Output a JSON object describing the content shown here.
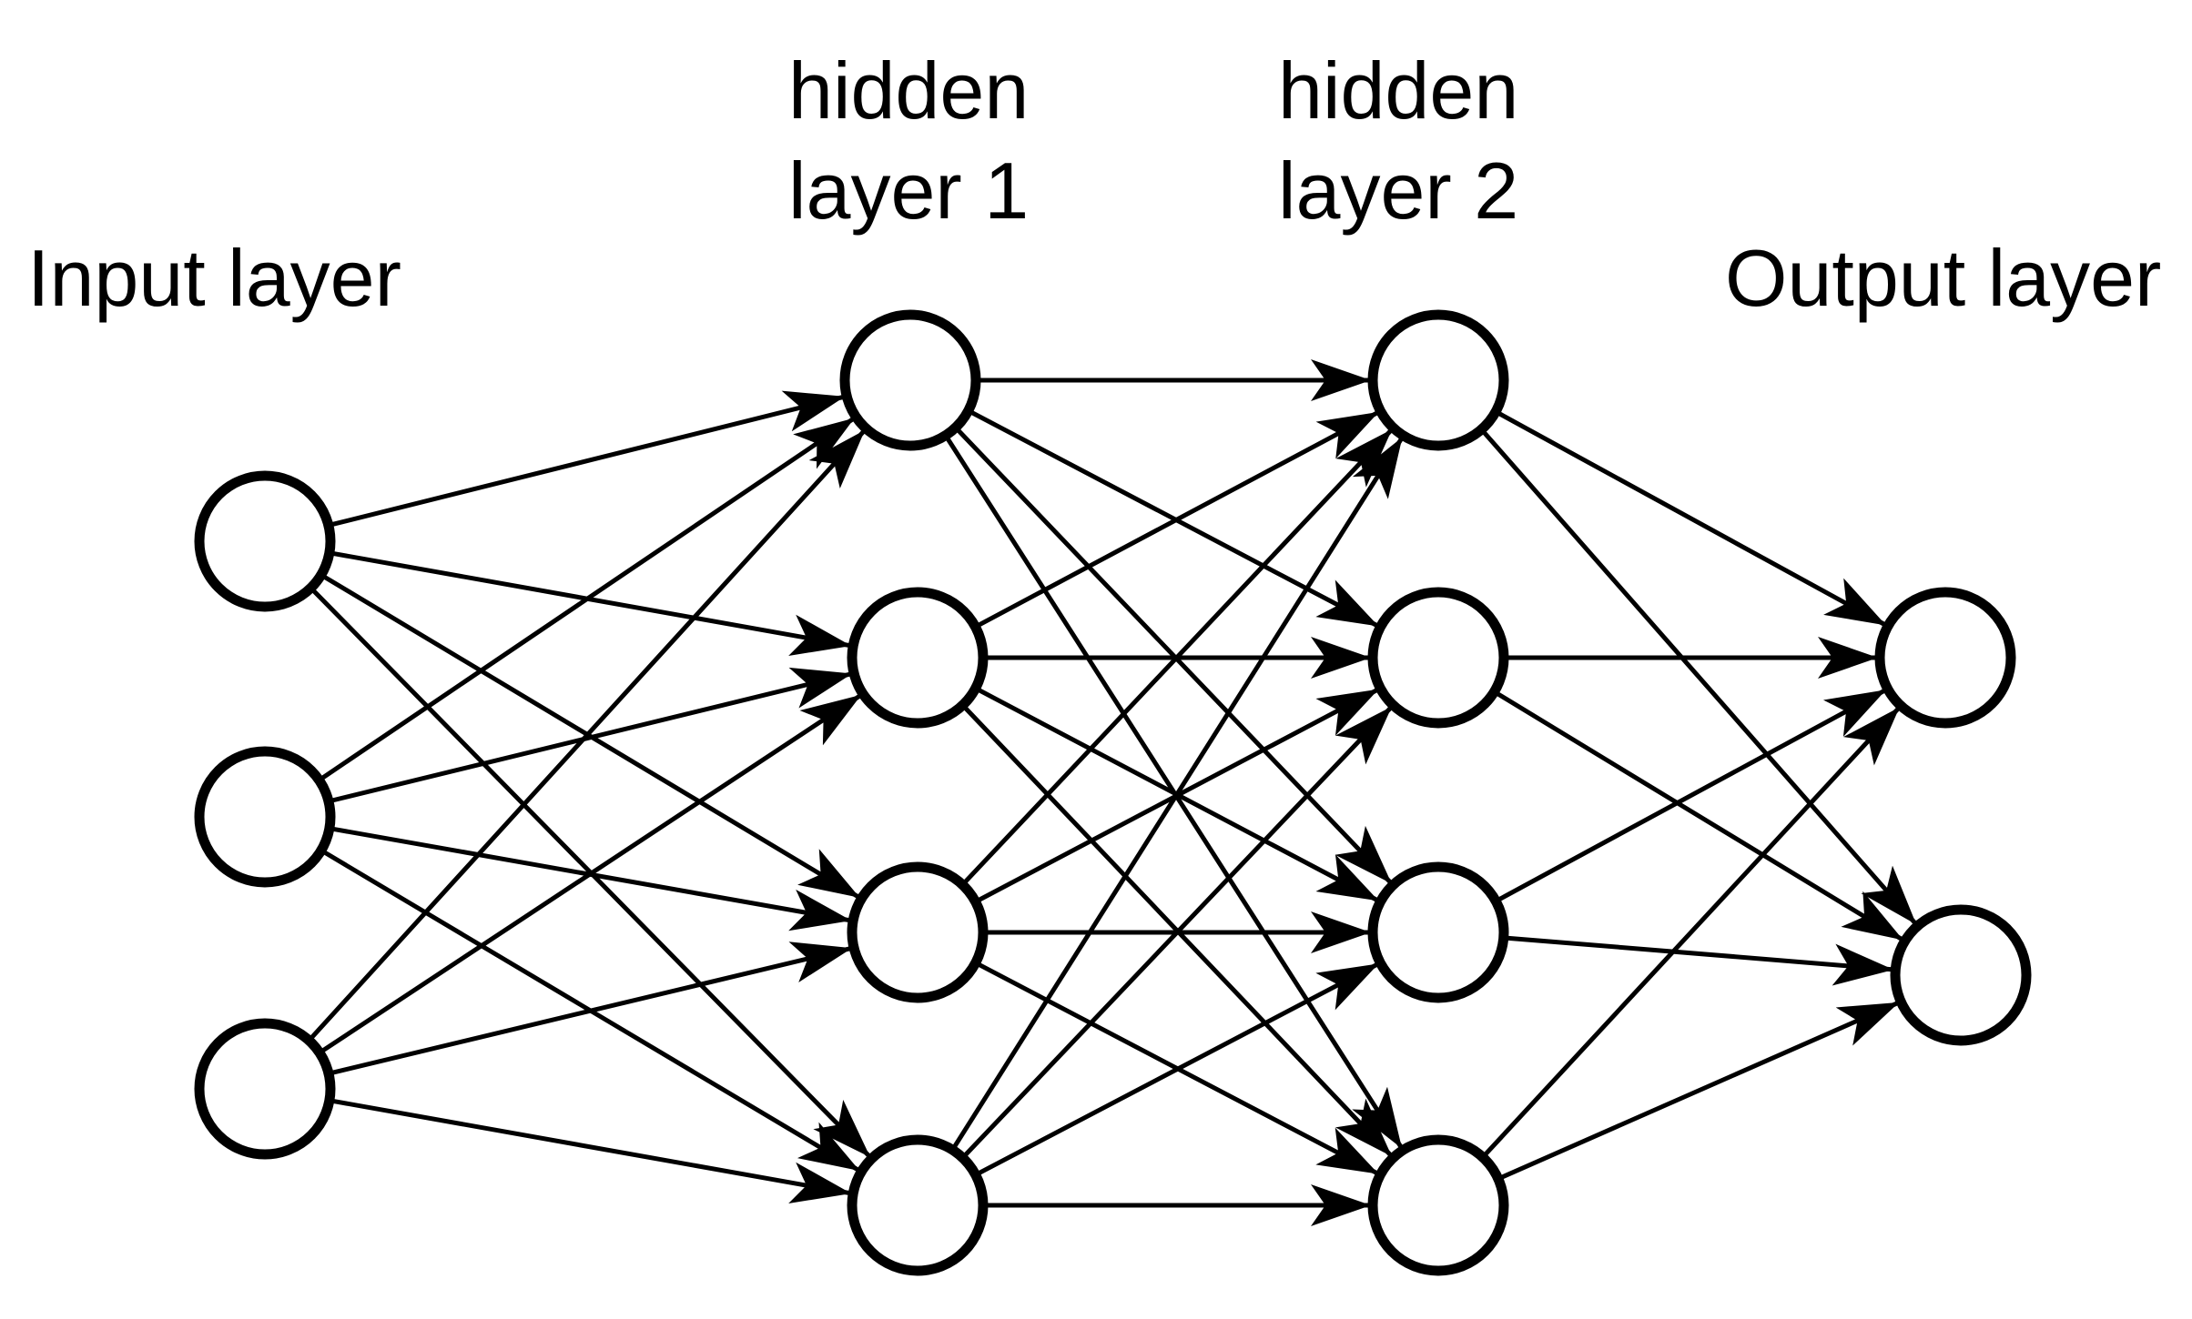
{
  "labels": {
    "input": "Input layer",
    "hidden1_line1": "hidden",
    "hidden1_line2": "layer 1",
    "hidden2_line1": "hidden",
    "hidden2_line2": "layer 2",
    "output": "Output layer"
  },
  "network": {
    "layers": [
      {
        "name": "input",
        "nodes": 3
      },
      {
        "name": "hidden-1",
        "nodes": 4
      },
      {
        "name": "hidden-2",
        "nodes": 4
      },
      {
        "name": "output",
        "nodes": 2
      }
    ],
    "connectivity": "fully-connected",
    "direction": "left-to-right"
  },
  "colors": {
    "stroke": "#000000",
    "background": "#ffffff"
  }
}
